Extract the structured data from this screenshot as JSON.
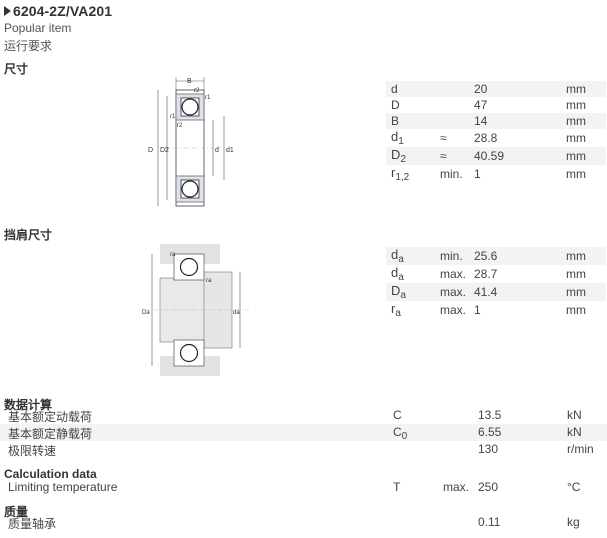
{
  "header": {
    "title": "6204-2Z/VA201",
    "popular": "Popular item",
    "requirement": "运行要求"
  },
  "sections": {
    "dimensions": "尺寸",
    "abutment": "挡肩尺寸",
    "calc_cn": "数据计算",
    "calc_en": "Calculation data",
    "mass": "质量"
  },
  "dimensions": [
    {
      "sym": "d",
      "sub": "",
      "q": "",
      "val": "20",
      "unit": "mm"
    },
    {
      "sym": "D",
      "sub": "",
      "q": "",
      "val": "47",
      "unit": "mm"
    },
    {
      "sym": "B",
      "sub": "",
      "q": "",
      "val": "14",
      "unit": "mm"
    },
    {
      "sym": "d",
      "sub": "1",
      "q": "≈",
      "val": "28.8",
      "unit": "mm"
    },
    {
      "sym": "D",
      "sub": "2",
      "q": "≈",
      "val": "40.59",
      "unit": "mm"
    },
    {
      "sym": "r",
      "sub": "1,2",
      "q": "min.",
      "val": "1",
      "unit": "mm"
    }
  ],
  "abutment": [
    {
      "sym": "d",
      "sub": "a",
      "q": "min.",
      "val": "25.6",
      "unit": "mm"
    },
    {
      "sym": "d",
      "sub": "a",
      "q": "max.",
      "val": "28.7",
      "unit": "mm"
    },
    {
      "sym": "D",
      "sub": "a",
      "q": "max.",
      "val": "41.4",
      "unit": "mm"
    },
    {
      "sym": "r",
      "sub": "a",
      "q": "max.",
      "val": "1",
      "unit": "mm"
    }
  ],
  "calc": [
    {
      "label": "基本额定动载荷",
      "sym": "C",
      "sub": "",
      "q": "",
      "val": "13.5",
      "unit": "kN"
    },
    {
      "label": "基本额定静载荷",
      "sym": "C",
      "sub": "0",
      "q": "",
      "val": "6.55",
      "unit": "kN"
    },
    {
      "label": "极限转速",
      "sym": "",
      "sub": "",
      "q": "",
      "val": "130",
      "unit": "r/min"
    }
  ],
  "calc_en": [
    {
      "label": "Limiting temperature",
      "sym": "T",
      "q": "max.",
      "val": "250",
      "unit": "°C"
    }
  ],
  "mass": [
    {
      "label": "质量轴承",
      "val": "0.11",
      "unit": "kg"
    }
  ],
  "drawing1_labels": {
    "B": "B",
    "r2a": "r2",
    "r1a": "r1",
    "r1b": "r1",
    "r2b": "r2",
    "D": "D",
    "D2": "D2",
    "d": "d",
    "d1": "d1"
  },
  "drawing2_labels": {
    "ra1": "ra",
    "ra2": "ra",
    "Da": "Da",
    "da": "da"
  }
}
